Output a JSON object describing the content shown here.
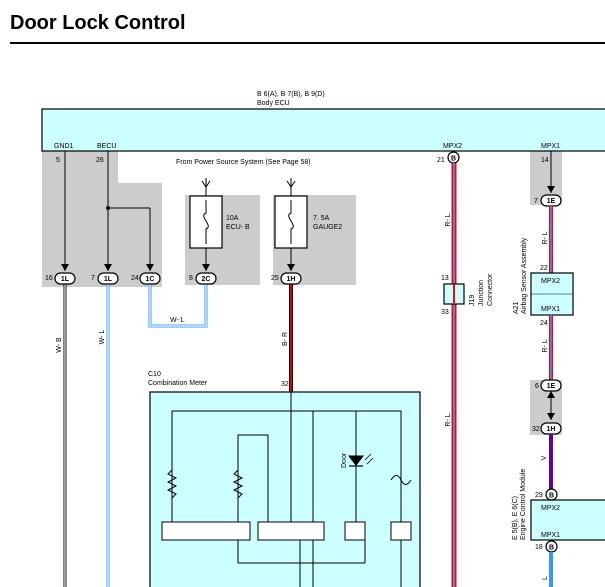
{
  "title": "Door Lock Control",
  "ecu": {
    "parts": "B 6(A), B 7(B), B 9(D)",
    "name": "Body ECU"
  },
  "ecu_pins": [
    {
      "label": "GND1",
      "pin": "5"
    },
    {
      "label": "BECU",
      "pin": "26"
    },
    {
      "label": "MPX2",
      "pin": "21",
      "connector": "B"
    },
    {
      "label": "MPX1",
      "pin": "14"
    }
  ],
  "power_source": "From Power Source System (See Page 58)",
  "fuses": [
    {
      "rating": "10A",
      "name": "ECU- B"
    },
    {
      "rating": "7. 5A",
      "name": "GAUGE2"
    }
  ],
  "connectors": [
    {
      "pin": "16",
      "id": "1L"
    },
    {
      "pin": "7",
      "id": "1L"
    },
    {
      "pin": "24",
      "id": "1C"
    },
    {
      "pin": "8",
      "id": "2C"
    },
    {
      "pin": "25",
      "id": "1H"
    },
    {
      "pin": "7",
      "id": "1E"
    },
    {
      "pin": "6",
      "id": "1E"
    },
    {
      "pin": "32",
      "id": "1H"
    }
  ],
  "wire_colors": {
    "gnd": "W- B",
    "becu": "W- L",
    "loop": "W- L",
    "gauge": "B- R",
    "mpx2_upper": "R- L",
    "mpx2_lower": "R- L",
    "mpx1_a": "R- L",
    "mpx1_b": "R- L",
    "mpx1_c": "V",
    "mpx1_d": "L"
  },
  "junction": {
    "pin_top": "13",
    "pin_bottom": "33",
    "code": "J19",
    "line1": "Junction",
    "line2": "Connector"
  },
  "airbag": {
    "code": "A21",
    "name": "Airbag Sensor Assembly",
    "pin_top": "22",
    "pin_bottom": "24",
    "label_top": "MPX2",
    "label_bottom": "MPX1"
  },
  "meter": {
    "code": "C10",
    "name": "Combination Meter",
    "pin": "32",
    "led_label": "Door"
  },
  "ecm": {
    "code": "E 5(B), E 6(C)",
    "name": "Engine Control Module",
    "pin_top": "29",
    "conn_top": "B",
    "label_top": "MPX2",
    "label_bottom": "MPX1",
    "pin_bottom": "18",
    "conn_bottom": "B"
  },
  "colors": {
    "ecu_fill": "#ccffff",
    "shade": "#cccccc",
    "red_wire": "#ff0000",
    "blue_wire": "#3399ff",
    "violet_wire": "#660099"
  }
}
